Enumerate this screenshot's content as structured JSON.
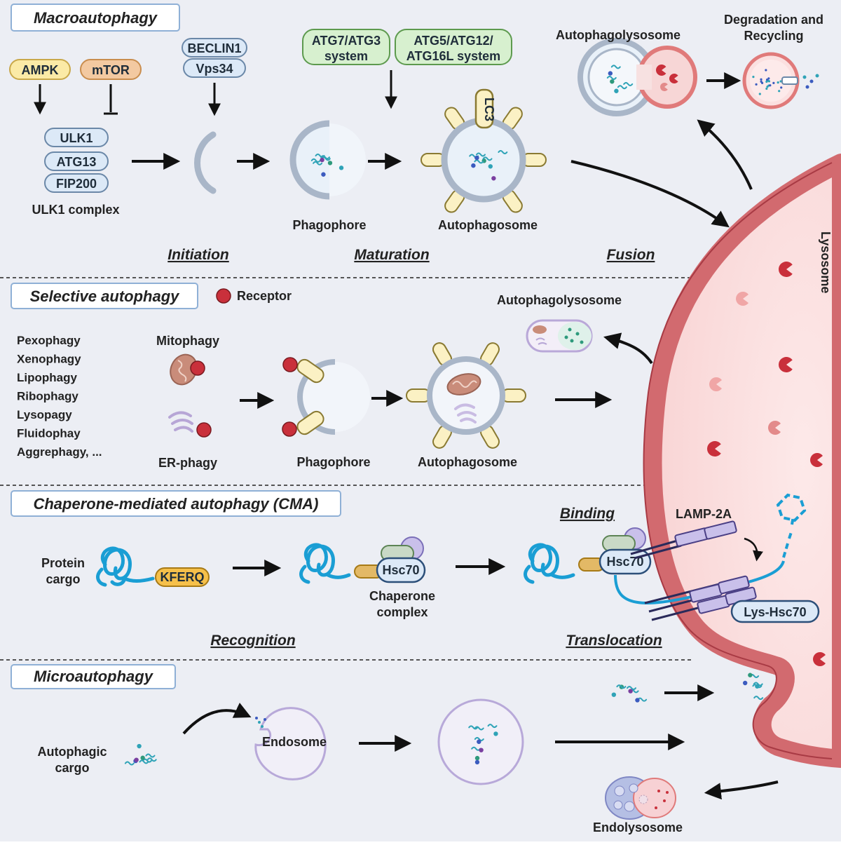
{
  "sections": {
    "macro": {
      "title": "Macroautophagy",
      "ampk": "AMPK",
      "mtor": "mTOR",
      "beclin": "BECLIN1",
      "vps34": "Vps34",
      "atg7": [
        "ATG7/ATG3",
        "system"
      ],
      "atg5": [
        "ATG5/ATG12/",
        "ATG16L system"
      ],
      "ulk1": "ULK1",
      "atg13": "ATG13",
      "fip200": "FIP200",
      "ulk_complex": "ULK1 complex",
      "phagophore": "Phagophore",
      "autophagosome": "Autophagosome",
      "lc3": "LC3",
      "autophagolysosome": "Autophagolysosome",
      "degradation": [
        "Degradation and",
        "Recycling"
      ],
      "initiation": "Initiation",
      "maturation": "Maturation",
      "fusion": "Fusion"
    },
    "selective": {
      "title": "Selective autophagy",
      "receptor": "Receptor",
      "types": [
        "Pexophagy",
        "Xenophagy",
        "Lipophagy",
        "Ribophagy",
        "Lysopagy",
        "Fluidophay",
        "Aggrephagy, ..."
      ],
      "mitophagy": "Mitophagy",
      "erphagy": "ER-phagy",
      "phagophore": "Phagophore",
      "autophagosome": "Autophagosome",
      "autophagolysosome": "Autophagolysosome"
    },
    "cma": {
      "title": "Chaperone-mediated autophagy (CMA)",
      "protein_cargo": [
        "Protein",
        "cargo"
      ],
      "kferq": "KFERQ",
      "hsc70": "Hsc70",
      "chaperone_complex": [
        "Chaperone",
        "complex"
      ],
      "binding": "Binding",
      "lamp2a": "LAMP-2A",
      "lys_hsc70": "Lys-Hsc70",
      "recognition": "Recognition",
      "translocation": "Translocation"
    },
    "micro": {
      "title": "Microautophagy",
      "autophagic_cargo": [
        "Autophagic",
        "cargo"
      ],
      "endosome": "Endosome",
      "endolysosome": "Endolysosome"
    },
    "lysosome": "Lysosome"
  },
  "colors": {
    "background": "#eceef4",
    "lysosome_membrane": "#e07a7a",
    "lysosome_fill": "#fbe3e3",
    "lysosome_edge": "#c0474f",
    "enzyme": "#c9303b",
    "pill_blue": "#dce9f7",
    "pill_green": "#d7f0cf",
    "pill_yellow": "#fbeaa6",
    "pill_orange": "#f3c9a1",
    "cargo_teal": "#2fa3b7",
    "vesicle_outer": "#a9b6c8"
  }
}
